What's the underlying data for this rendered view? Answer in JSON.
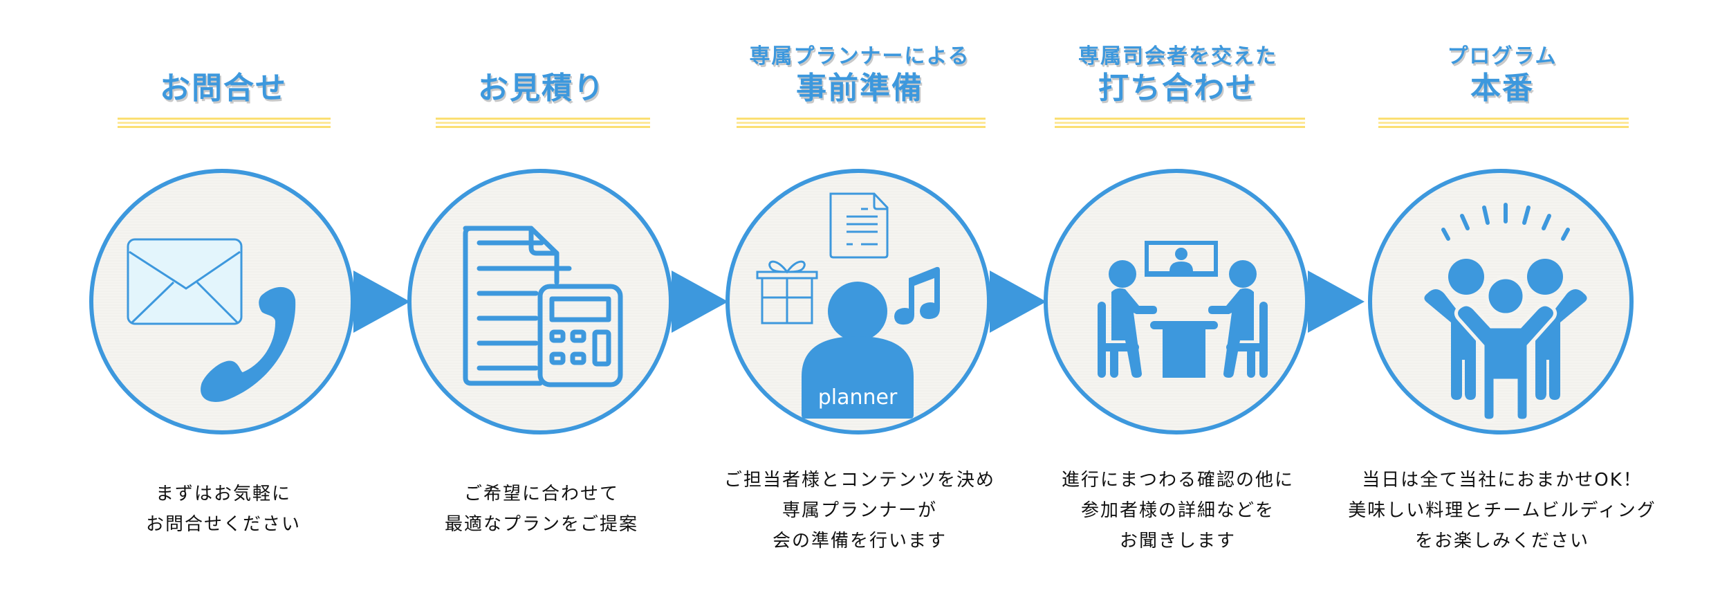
{
  "colors": {
    "accent": "#3d98dd",
    "rule": "#fbdf72",
    "circle_fill": "#f5f4f0",
    "text": "#111111"
  },
  "steps": [
    {
      "subtitle": "",
      "title": "お問合せ",
      "icon": "envelope-and-phone-icon",
      "description": [
        "まずはお気軽に",
        "お問合せください"
      ]
    },
    {
      "subtitle": "",
      "title": "お見積り",
      "icon": "document-calculator-icon",
      "description": [
        "ご希望に合わせて",
        "最適なプランをご提案"
      ]
    },
    {
      "subtitle": "専属プランナーによる",
      "title": "事前準備",
      "icon": "planner-icon",
      "icon_label": "planner",
      "description": [
        "ご担当者様とコンテンツを決め",
        "専属プランナーが",
        "会の準備を行います"
      ]
    },
    {
      "subtitle": "専属司会者を交えた",
      "title": "打ち合わせ",
      "icon": "meeting-icon",
      "description": [
        "進行にまつわる確認の他に",
        "参加者様の詳細などを",
        "お聞きします"
      ]
    },
    {
      "subtitle": "プログラム",
      "title": "本番",
      "icon": "celebrating-people-icon",
      "description": [
        "当日は全て当社におまかせOK！",
        "美味しい料理とチームビルディング",
        "をお楽しみください"
      ]
    }
  ]
}
